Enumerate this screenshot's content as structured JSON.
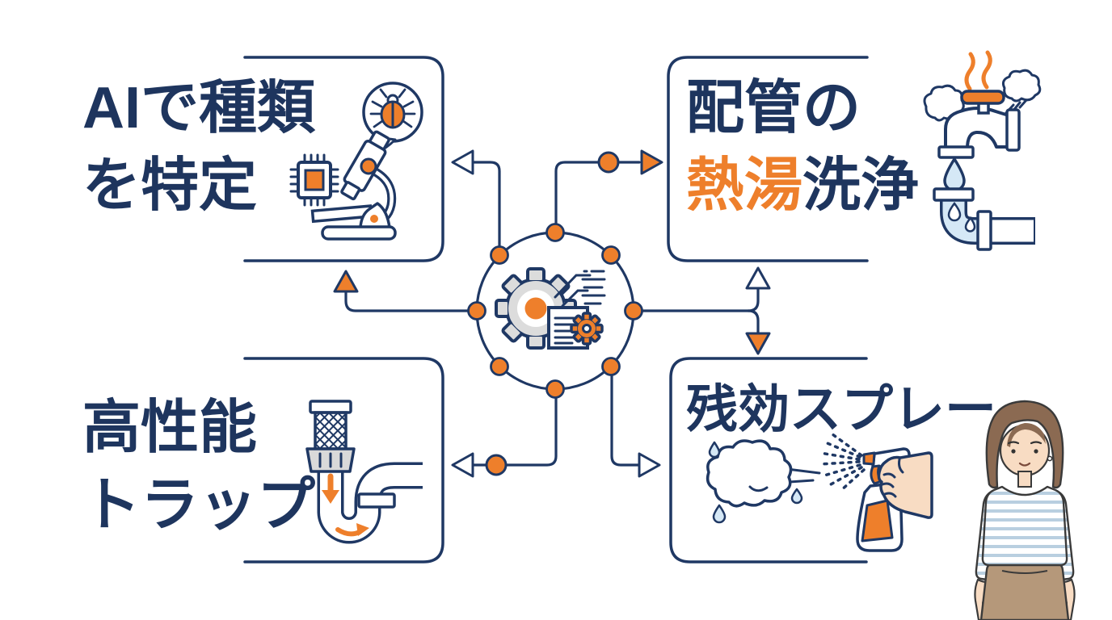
{
  "diagram_title": "pest-control process infographic",
  "colors": {
    "navy": "#1f3864",
    "text_navy": "#1e355e",
    "orange": "#ee7f2b",
    "light_blue": "#d5e8f6",
    "gear_gray": "#dcdcdc",
    "skin": "#f8dcc3",
    "hair_brown": "#8b6a52",
    "skirt_tan": "#b5987a",
    "shirt_stripe": "#b9cfe0",
    "background": "#ffffff"
  },
  "cards": [
    {
      "id": "ai-identify",
      "line1": "AIで種類",
      "line2": "を特定",
      "icons": [
        "bug-speech-bubble-icon",
        "microchip-icon",
        "microscope-icon"
      ]
    },
    {
      "id": "hot-water-flush",
      "line1": "配管の",
      "line2_highlight": "熱湯",
      "line2_rest": "洗浄",
      "icons": [
        "steaming-faucet-icon",
        "water-drop-icon",
        "pipe-elbow-icon"
      ]
    },
    {
      "id": "high-performance-trap",
      "line1": "高性能",
      "line2": "トラップ",
      "icons": [
        "drain-trap-icon"
      ]
    },
    {
      "id": "residual-spray",
      "line1": "残効スプレー",
      "icons": [
        "mist-cloud-icon",
        "spray-mist-icon",
        "spray-bottle-hand-icon"
      ]
    }
  ],
  "hub": {
    "name": "analysis-hub",
    "icon": "gear-document-icon",
    "dot_count": 8
  },
  "connectors": [
    {
      "from": "hub",
      "to": "ai-identify",
      "side": "right-edge",
      "arrow": "open"
    },
    {
      "from": "hub",
      "to": "hot-water-flush",
      "side": "left-edge",
      "arrow": "orange",
      "dot": true
    },
    {
      "from": "hub",
      "to": "ai-identify",
      "side": "bottom-edge",
      "arrow": "orange"
    },
    {
      "from": "hub",
      "to": "hot-water-flush",
      "side": "bottom-edge",
      "arrow": "open"
    },
    {
      "from": "hub",
      "to": "residual-spray",
      "side": "top-edge",
      "arrow": "orange"
    },
    {
      "from": "hub",
      "to": "high-performance-trap",
      "side": "right-edge",
      "arrow": "open",
      "dot": true
    },
    {
      "from": "hub",
      "to": "residual-spray",
      "side": "left-edge",
      "arrow": "open"
    }
  ],
  "figure": {
    "name": "woman-illustration"
  }
}
